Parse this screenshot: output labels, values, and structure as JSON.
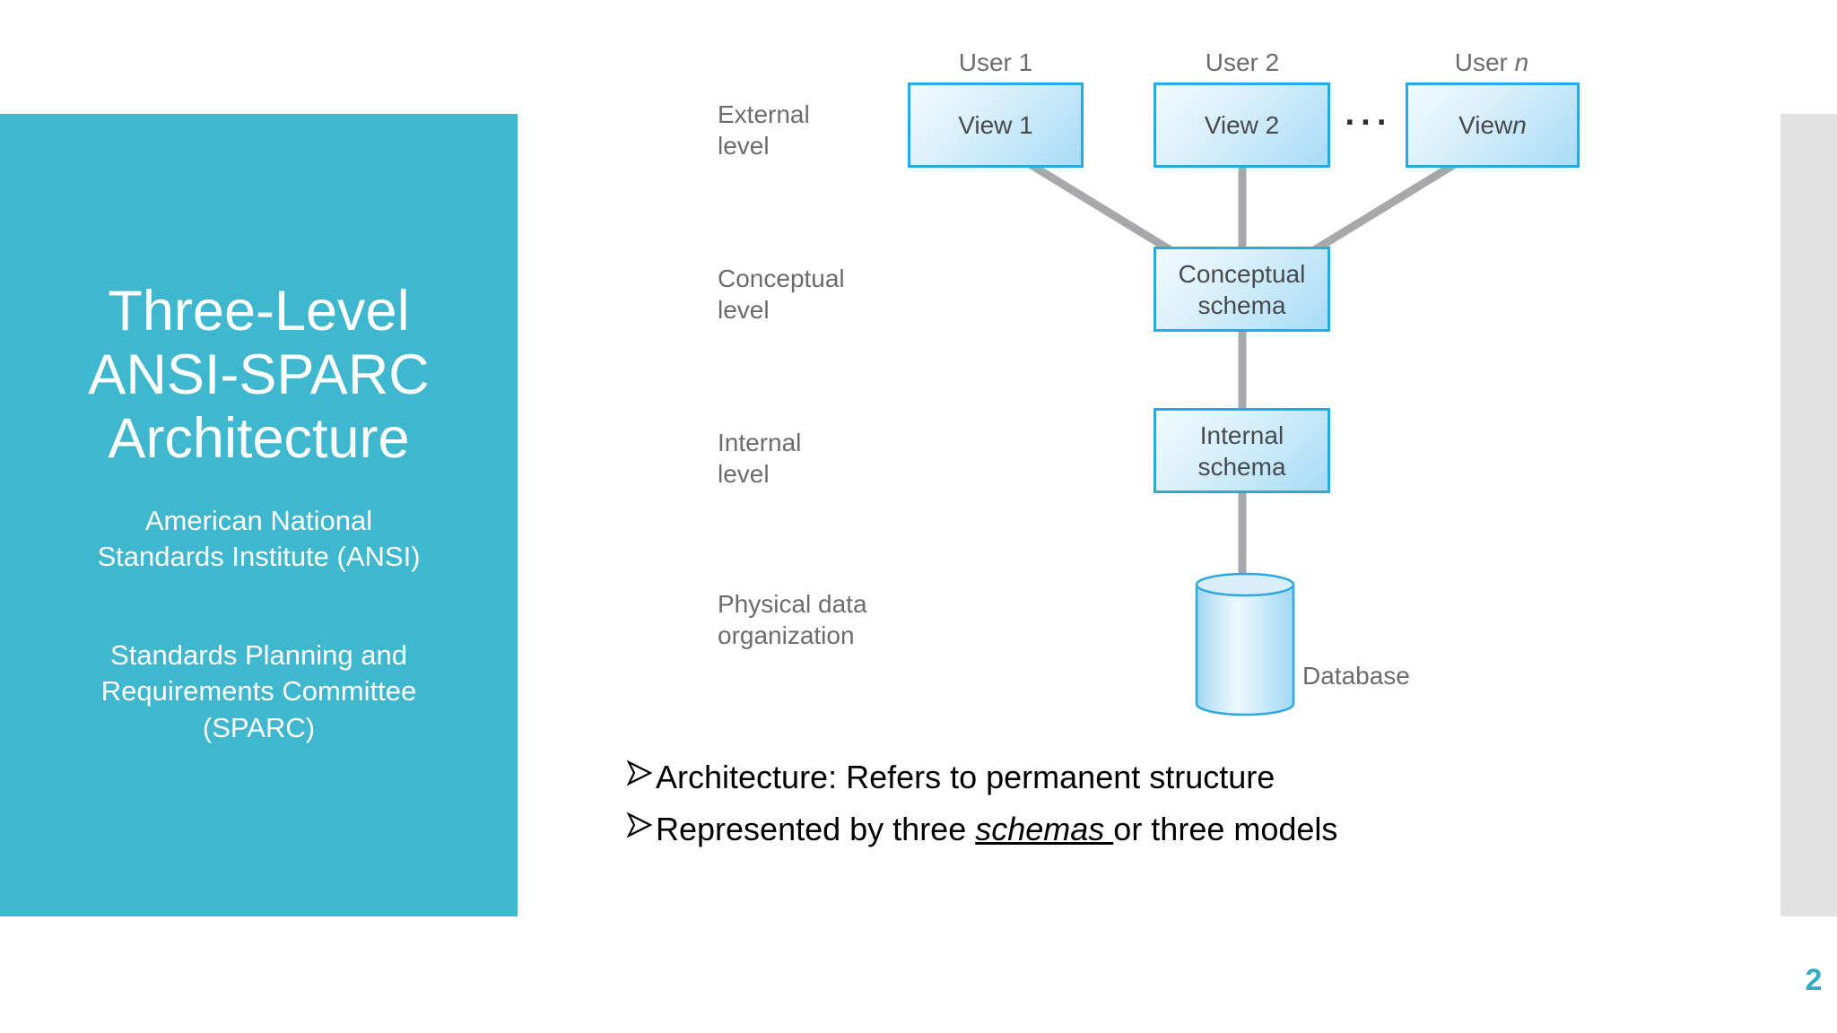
{
  "slide": {
    "sidebar": {
      "title": "Three-Level\nANSI-SPARC\nArchitecture",
      "subtitle_ansi": "American National\nStandards Institute (ANSI)",
      "subtitle_sparc": "Standards Planning and\nRequirements Committee\n(SPARC)"
    },
    "diagram": {
      "user_labels": {
        "user1": "User 1",
        "user2": "User 2",
        "user_n_prefix": "User ",
        "user_n_var": "n"
      },
      "level_labels": {
        "external": "External\nlevel",
        "conceptual": "Conceptual\nlevel",
        "internal": "Internal\nlevel",
        "physical": "Physical data\norganization"
      },
      "boxes": {
        "view1": "View 1",
        "view2": "View 2",
        "view_n_prefix": "View ",
        "view_n_var": "n",
        "conceptual_schema": "Conceptual\nschema",
        "internal_schema": "Internal\nschema"
      },
      "ellipsis": "···",
      "database_label": "Database"
    },
    "bullets": {
      "item1": "Architecture: Refers to permanent structure",
      "item2_prefix": "Represented by three ",
      "item2_emphasis": "schemas ",
      "item2_suffix": "or three models"
    },
    "page_number": "2",
    "colors": {
      "sidebar_teal": "#3FB7CE",
      "strip_gray": "#E2E2E2",
      "box_border_cyan": "#29A9E1",
      "box_fill_light_blue": "#A8DCF6",
      "connector_gray": "#A6A8AB",
      "label_gray": "#6A6C6E",
      "page_number_teal": "#35ACC4"
    }
  }
}
